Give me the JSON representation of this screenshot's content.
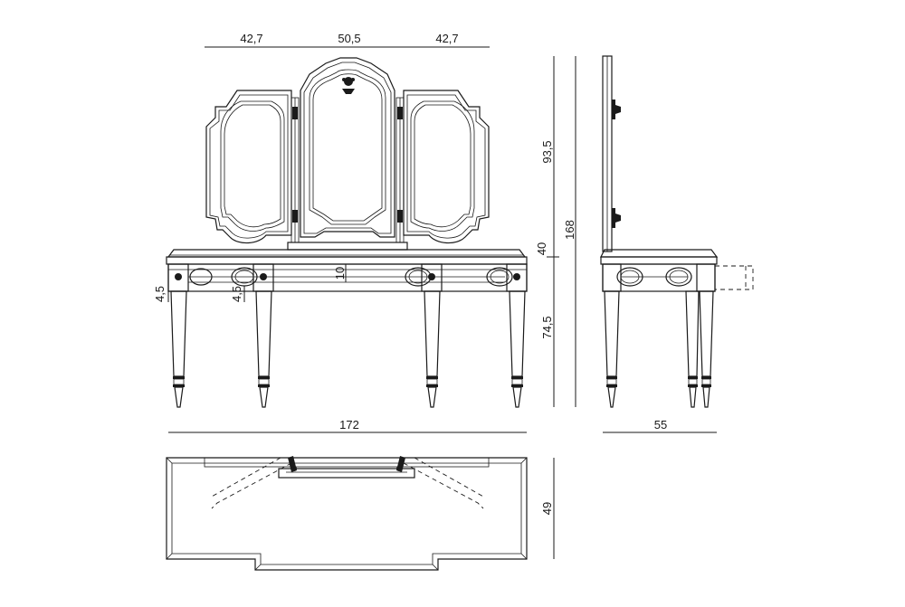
{
  "dimensions": {
    "top_left_width": "42,7",
    "top_center_width": "50,5",
    "top_right_width": "42,7",
    "mirror_height": "93,5",
    "total_height": "168",
    "top_to_mirror": "40",
    "table_height": "74,5",
    "rail_depth": "10",
    "apron_left": "4,5",
    "apron_inner": "4,5",
    "total_width": "172",
    "side_depth": "55",
    "plan_depth": "49"
  },
  "views": [
    "front-elevation",
    "side-elevation",
    "top-plan"
  ]
}
